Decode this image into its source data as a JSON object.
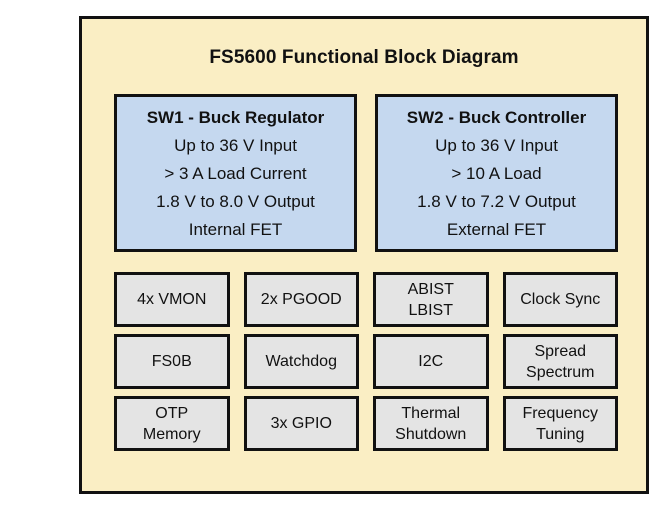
{
  "diagram": {
    "title": "FS5600 Functional Block Diagram",
    "colors": {
      "background": "#faeec4",
      "border": "#111111",
      "switcher_fill": "#c5d8ef",
      "feature_fill": "#e4e4e4",
      "text": "#111111",
      "page": "#ffffff"
    },
    "switchers": [
      {
        "title": "SW1 - Buck Regulator",
        "lines": [
          "Up to 36 V Input",
          "> 3 A Load Current",
          "1.8 V to 8.0 V Output",
          "Internal FET"
        ]
      },
      {
        "title": "SW2 - Buck Controller",
        "lines": [
          "Up to 36 V Input",
          "> 10 A Load",
          "1.8 V to 7.2 V Output",
          "External FET"
        ]
      }
    ],
    "features": [
      {
        "lines": [
          "4x VMON"
        ]
      },
      {
        "lines": [
          "2x PGOOD"
        ]
      },
      {
        "lines": [
          "ABIST",
          "LBIST"
        ]
      },
      {
        "lines": [
          "Clock Sync"
        ]
      },
      {
        "lines": [
          "FS0B"
        ]
      },
      {
        "lines": [
          "Watchdog"
        ]
      },
      {
        "lines": [
          "I2C"
        ]
      },
      {
        "lines": [
          "Spread",
          "Spectrum"
        ]
      },
      {
        "lines": [
          "OTP",
          "Memory"
        ]
      },
      {
        "lines": [
          "3x GPIO"
        ]
      },
      {
        "lines": [
          "Thermal",
          "Shutdown"
        ]
      },
      {
        "lines": [
          "Frequency",
          "Tuning"
        ]
      }
    ]
  }
}
